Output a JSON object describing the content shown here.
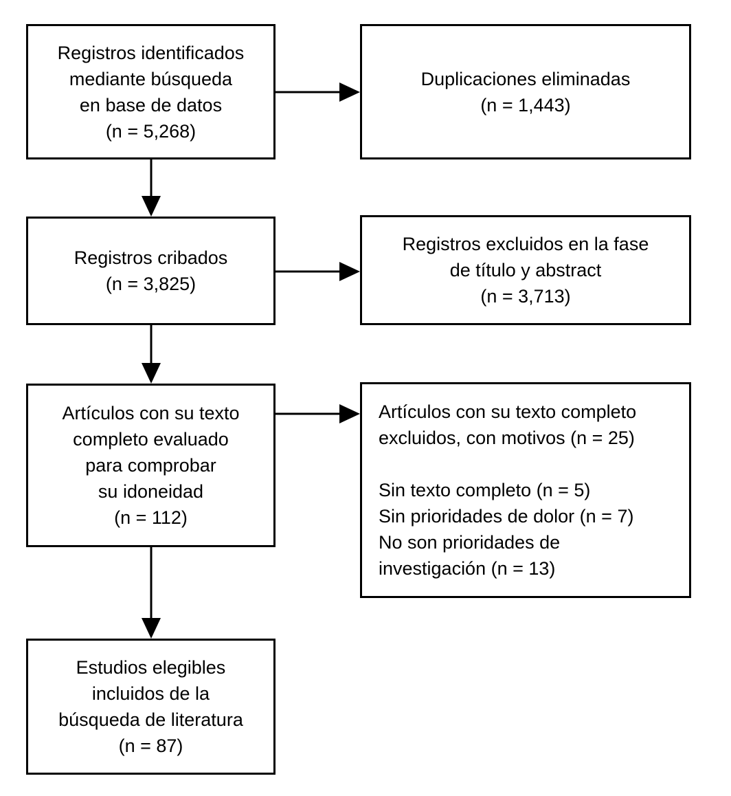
{
  "diagram": {
    "boxes": {
      "identified": {
        "text": "Registros identificados\nmediante búsqueda\nen base de datos\n(n = 5,268)"
      },
      "duplicates_removed": {
        "text": "Duplicaciones eliminadas\n(n = 1,443)"
      },
      "screened": {
        "text": "Registros cribados\n(n = 3,825)"
      },
      "excluded_title_abstract": {
        "text": "Registros excluidos en la fase\nde título y abstract\n(n = 3,713)"
      },
      "fulltext_assessed": {
        "text": "Artículos con su texto\ncompleto evaluado\npara comprobar\nsu idoneidad\n(n = 112)"
      },
      "fulltext_excluded": {
        "text": "Artículos con su texto completo\nexcluidos, con motivos (n = 25)\n\nSin texto completo (n = 5)\nSin prioridades de dolor (n = 7)\nNo son prioridades de\ninvestigación (n = 13)"
      },
      "included": {
        "text": "Estudios elegibles\nincluidos de la\nbúsqueda de literatura\n(n = 87)"
      }
    },
    "connections": [
      {
        "from": "identified",
        "to": "duplicates_removed",
        "direction": "right"
      },
      {
        "from": "identified",
        "to": "screened",
        "direction": "down"
      },
      {
        "from": "screened",
        "to": "excluded_title_abstract",
        "direction": "right"
      },
      {
        "from": "screened",
        "to": "fulltext_assessed",
        "direction": "down"
      },
      {
        "from": "fulltext_assessed",
        "to": "fulltext_excluded",
        "direction": "right"
      },
      {
        "from": "fulltext_assessed",
        "to": "included",
        "direction": "down"
      }
    ],
    "line_color": "#000000",
    "background_color": "#ffffff"
  }
}
